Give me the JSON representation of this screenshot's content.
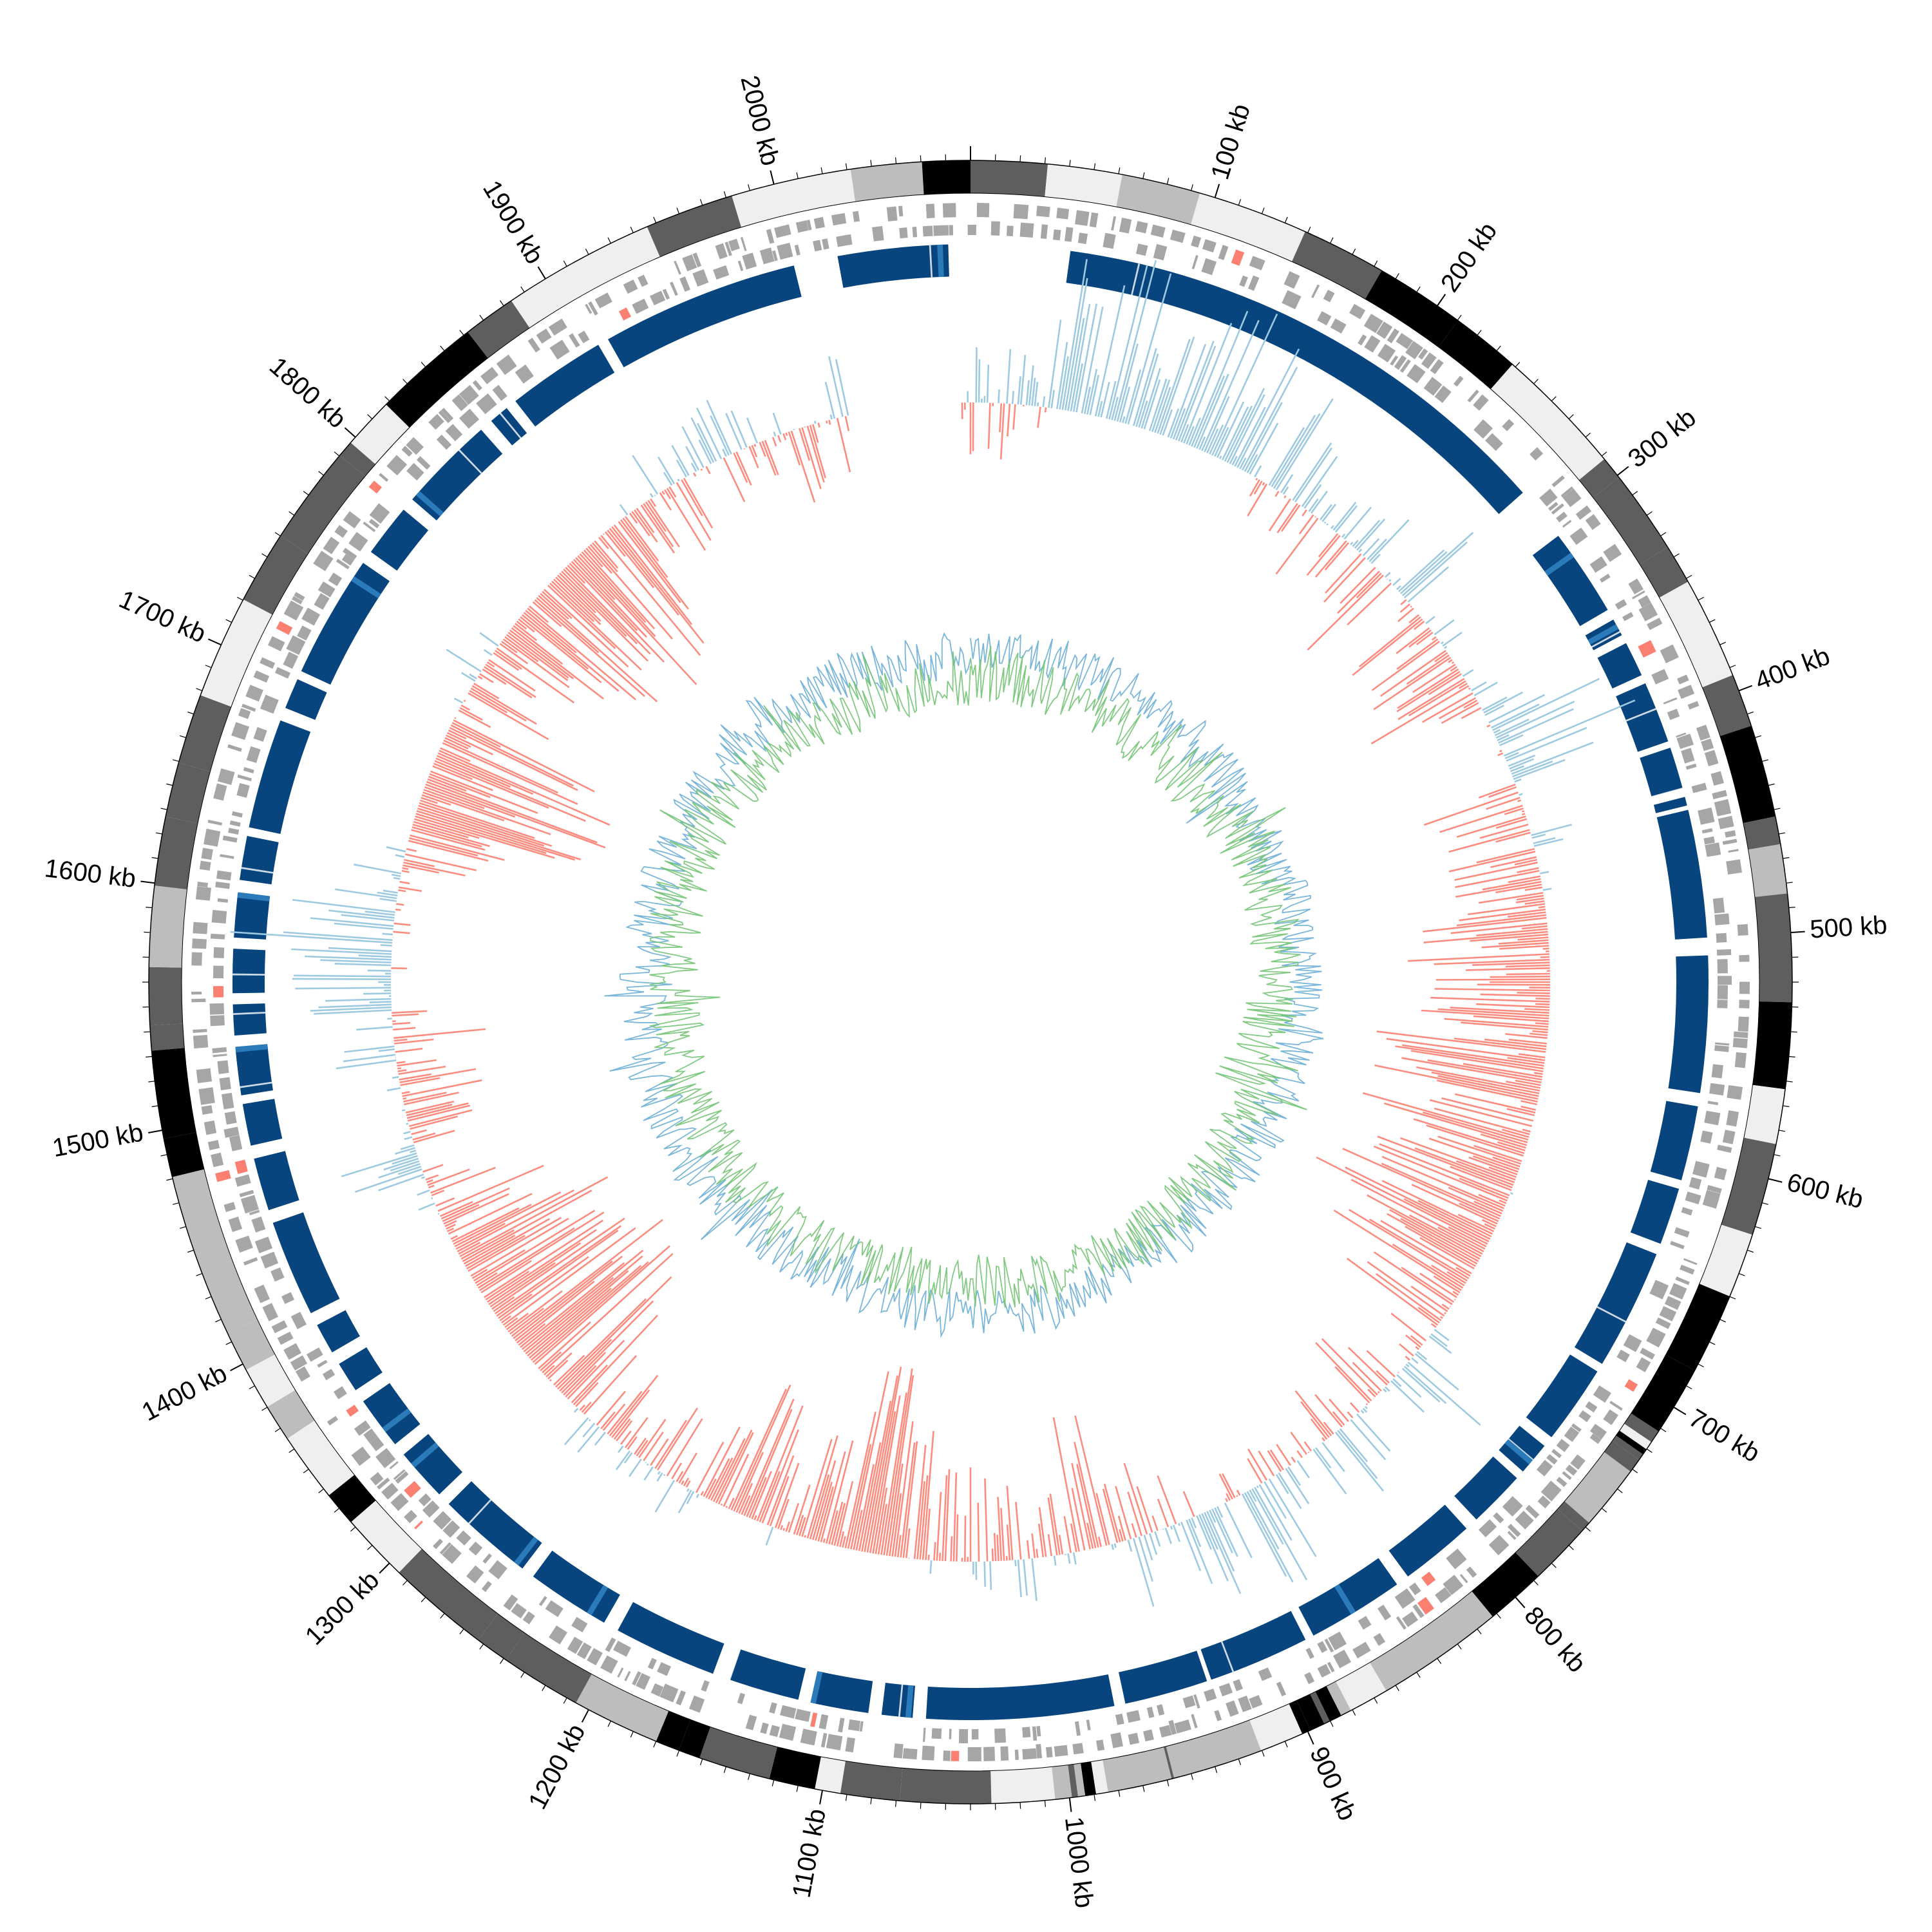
{
  "genome": {
    "units": "kb",
    "length_kb": 2080,
    "tick_labels": [
      "100 kb",
      "200 kb",
      "300 kb",
      "400 kb",
      "500 kb",
      "600 kb",
      "700 kb",
      "800 kb",
      "900 kb",
      "1000 kb",
      "1100 kb",
      "1200 kb",
      "1300 kb",
      "1400 kb",
      "1500 kb",
      "1600 kb",
      "1700 kb",
      "1800 kb",
      "1900 kb",
      "2000 kb"
    ],
    "tick_values_kb": [
      100,
      200,
      300,
      400,
      500,
      600,
      700,
      800,
      900,
      1000,
      1100,
      1200,
      1300,
      1400,
      1500,
      1600,
      1700,
      1800,
      1900,
      2000
    ],
    "minor_tick_step_kb": 10
  },
  "tracks": [
    {
      "id": "outer-bands",
      "kind": "grayscale segments",
      "colors": [
        "#000000",
        "#5e5e5e",
        "#bdbdbd",
        "#efefef"
      ]
    },
    {
      "id": "gene-ticks",
      "kind": "gray gene marks (two strands)",
      "color": "#a6a6a6",
      "accent": "#fb8072"
    },
    {
      "id": "blocks",
      "kind": "dark blue blocks",
      "color": "#08457e",
      "accent": "#1f78b4"
    },
    {
      "id": "bidirectional-histogram",
      "kind": "histogram",
      "positive_color": "#9ecae1",
      "negative_color": "#fc8d6e"
    },
    {
      "id": "inner-lines",
      "kind": "two line series",
      "colors": [
        "#6baed6",
        "#74c476"
      ]
    }
  ],
  "blue_blocks_kb": [
    [
      45,
      280
    ],
    [
      305,
      345
    ],
    [
      350,
      358
    ],
    [
      362,
      378
    ],
    [
      382,
      410
    ],
    [
      413,
      432
    ],
    [
      436,
      440
    ],
    [
      442,
      500
    ],
    [
      508,
      570
    ],
    [
      576,
      610
    ],
    [
      614,
      640
    ],
    [
      645,
      700
    ],
    [
      704,
      740
    ],
    [
      745,
      760
    ],
    [
      764,
      790
    ],
    [
      796,
      830
    ],
    [
      836,
      880
    ],
    [
      884,
      930
    ],
    [
      932,
      970
    ],
    [
      975,
      1060
    ],
    [
      1066,
      1080
    ],
    [
      1086,
      1112
    ],
    [
      1118,
      1150
    ],
    [
      1158,
      1205
    ],
    [
      1212,
      1250
    ],
    [
      1256,
      1300
    ],
    [
      1306,
      1330
    ],
    [
      1336,
      1360
    ],
    [
      1366,
      1380
    ],
    [
      1386,
      1400
    ],
    [
      1406,
      1450
    ],
    [
      1456,
      1480
    ],
    [
      1486,
      1505
    ],
    [
      1509,
      1530
    ],
    [
      1536,
      1550
    ],
    [
      1555,
      1575
    ],
    [
      1580,
      1600
    ],
    [
      1606,
      1626
    ],
    [
      1630,
      1680
    ],
    [
      1686,
      1700
    ],
    [
      1704,
      1760
    ],
    [
      1766,
      1790
    ],
    [
      1796,
      1840
    ],
    [
      1846,
      1855
    ],
    [
      1860,
      1905
    ],
    [
      1910,
      2000
    ],
    [
      2020,
      2070
    ]
  ],
  "histogram_gaps_kb": [
    [
      2010,
      2075
    ]
  ],
  "colors": {
    "blue": "#08457e",
    "blue_highlight": "#2b7bba",
    "gray": "#a6a6a6",
    "salmon": "#fb8072",
    "light_blue": "#9ecae1",
    "line_blue": "#6baed6",
    "line_green": "#74c476"
  }
}
